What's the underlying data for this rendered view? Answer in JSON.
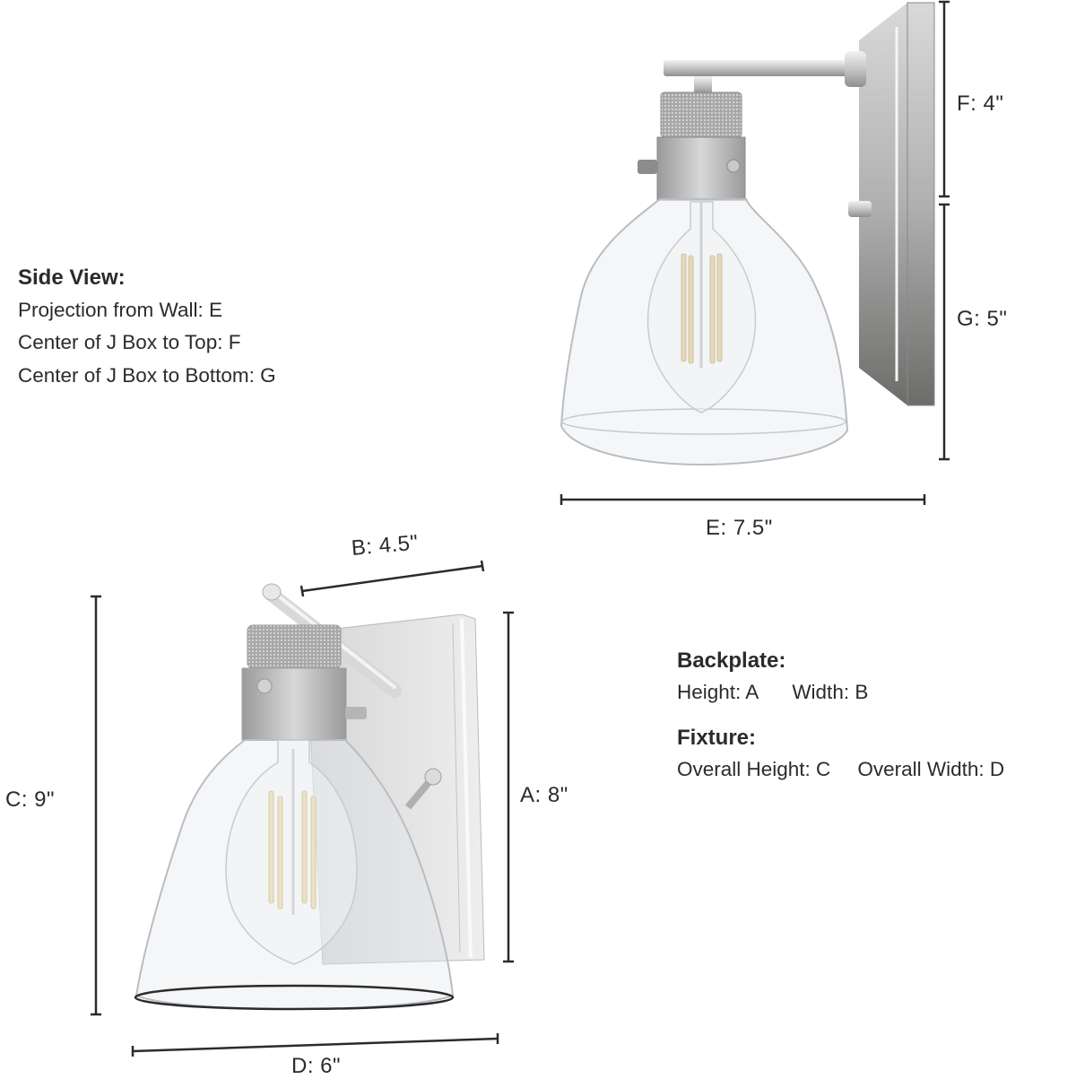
{
  "side_view_legend": {
    "heading": "Side View:",
    "lines": [
      "Projection from Wall: E",
      "Center of J Box to Top: F",
      "Center of J Box to Bottom: G"
    ]
  },
  "front_view_legend": {
    "backplate_heading": "Backplate:",
    "backplate_height": "Height: A",
    "backplate_width": "Width: B",
    "fixture_heading": "Fixture:",
    "fixture_height": "Overall Height: C",
    "fixture_width": "Overall Width: D"
  },
  "dimensions": {
    "A": "A: 8\"",
    "B": "B: 4.5\"",
    "C": "C: 9\"",
    "D": "D: 6\"",
    "E": "E: 7.5\"",
    "F": "F: 4\"",
    "G": "G: 5\""
  },
  "colors": {
    "line": "#2b2b2b",
    "metal_light": "#e4e4e4",
    "metal_mid": "#bdbdbd",
    "metal_dark": "#8a8a8a",
    "filament": "#e6d9b8",
    "glass": "#b9bdc2"
  }
}
